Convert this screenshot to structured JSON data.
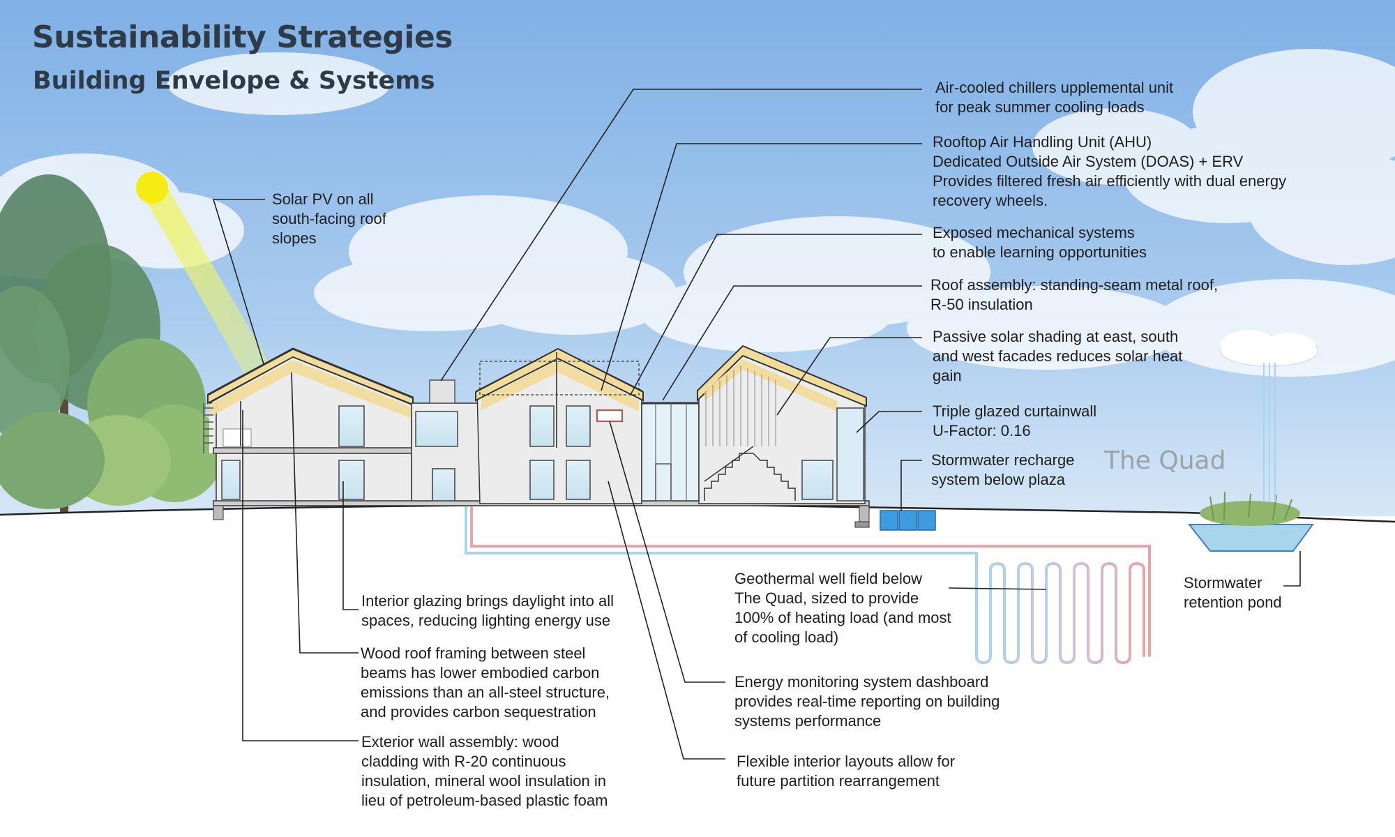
{
  "title": "Sustainability Strategies",
  "subtitle": "Building Envelope & Systems",
  "place_label": "The Quad",
  "colors": {
    "sky_top": "#7fb0e6",
    "sky_bottom": "#cfe3f6",
    "roof_wood": "#f2dc9c",
    "sun": "#f5ec14",
    "pipe_warm": "#e8a5a8",
    "pipe_cool": "#a9d5ec",
    "tank": "#3d9be0",
    "text": "#1e1e1e"
  },
  "callouts": {
    "solar_pv": [
      "Solar PV on all",
      "south-facing roof",
      "slopes"
    ],
    "chillers": [
      "Air-cooled chillers upplemental unit",
      "for peak summer cooling loads"
    ],
    "ahu": [
      "Rooftop Air Handling Unit (AHU)",
      "Dedicated Outside Air System (DOAS) + ERV",
      "Provides filtered fresh air efficiently with dual energy",
      "recovery wheels."
    ],
    "mechanical": [
      "Exposed mechanical systems",
      "to enable learning opportunities"
    ],
    "roof_assembly": [
      "Roof assembly: standing-seam metal roof,",
      "R-50 insulation"
    ],
    "solar_shading": [
      "Passive solar shading at east, south",
      "and west facades reduces solar heat",
      "gain"
    ],
    "curtainwall": [
      "Triple glazed curtainwall",
      "U-Factor: 0.16"
    ],
    "stormwater_recharge": [
      "Stormwater recharge",
      "system below plaza"
    ],
    "stormwater_pond": [
      "Stormwater",
      "retention pond"
    ],
    "interior_glazing": [
      "Interior glazing brings daylight into all",
      "spaces, reducing lighting energy use"
    ],
    "wood_framing": [
      "Wood roof framing between steel",
      "beams has lower embodied carbon",
      "emissions than an all-steel structure,",
      "and provides carbon sequestration"
    ],
    "exterior_wall": [
      "Exterior wall assembly: wood",
      "cladding with R-20 continuous",
      "insulation, mineral wool insulation in",
      "lieu of petroleum-based plastic foam"
    ],
    "geothermal": [
      "Geothermal well field below",
      "The Quad, sized to provide",
      "100% of heating load (and most",
      "of cooling load)"
    ],
    "energy_monitoring": [
      "Energy monitoring system dashboard",
      "provides real-time reporting on building",
      "systems performance"
    ],
    "flexible_layouts": [
      "Flexible interior layouts allow for",
      "future partition rearrangement"
    ]
  }
}
